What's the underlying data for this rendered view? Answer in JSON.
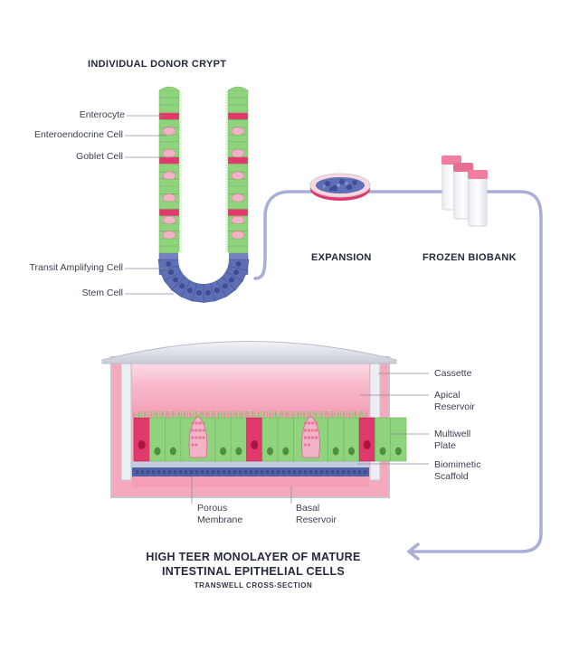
{
  "crypt": {
    "title": "INDIVIDUAL DONOR CRYPT",
    "labels": {
      "enterocyte": "Enterocyte",
      "enteroendocrine": "Enteroendocrine Cell",
      "goblet": "Goblet Cell",
      "transit": "Transit Amplifying Cell",
      "stem": "Stem Cell"
    }
  },
  "flow": {
    "expansion": "EXPANSION",
    "biobank": "FROZEN BIOBANK"
  },
  "transwell": {
    "cassette": "Cassette",
    "apical_1": "Apical",
    "apical_2": "Reservoir",
    "plate_1": "Multiwell",
    "plate_2": "Plate",
    "scaffold_1": "Biomimetic",
    "scaffold_2": "Scaffold",
    "porous_1": "Porous",
    "porous_2": "Membrane",
    "basal_1": "Basal",
    "basal_2": "Reservoir"
  },
  "result": {
    "title_1": "HIGH TEER MONOLAYER OF MATURE",
    "title_2": "INTESTINAL EPITHELIAL CELLS",
    "subtitle": "TRANSWELL CROSS-SECTION"
  },
  "colors": {
    "enterocyte": "#8fd47c",
    "enteroendocrine": "#e0396b",
    "goblet": "#f3b3c6",
    "stem": "#5e6fb5",
    "flow_line": "#a9aed6",
    "media": "#f4a9bd"
  }
}
